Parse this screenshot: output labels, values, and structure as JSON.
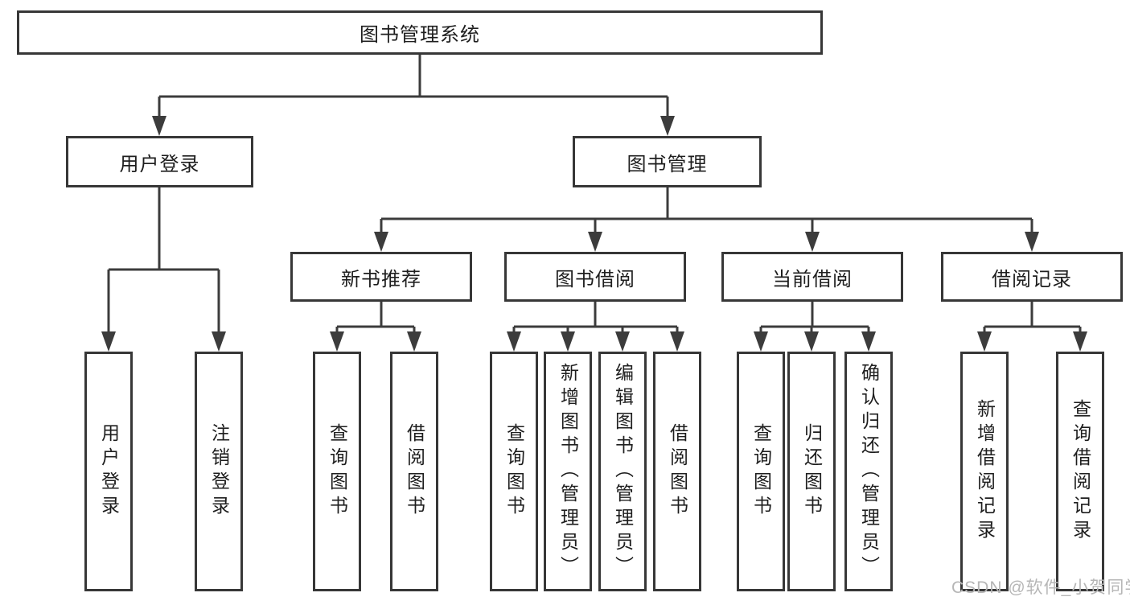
{
  "tree": {
    "root": {
      "label": "图书管理系统"
    },
    "branches": [
      {
        "label": "用户登录",
        "children": [
          {
            "label": "用户登录"
          },
          {
            "label": "注销登录"
          }
        ]
      },
      {
        "label": "图书管理",
        "children": [
          {
            "label": "新书推荐",
            "children": [
              {
                "label": "查询图书"
              },
              {
                "label": "借阅图书"
              }
            ]
          },
          {
            "label": "图书借阅",
            "children": [
              {
                "label": "查询图书"
              },
              {
                "label": "新增图书（管理员）"
              },
              {
                "label": "编辑图书（管理员）"
              },
              {
                "label": "借阅图书"
              }
            ]
          },
          {
            "label": "当前借阅",
            "children": [
              {
                "label": "查询图书"
              },
              {
                "label": "归还图书"
              },
              {
                "label": "确认归还（管理员）"
              }
            ]
          },
          {
            "label": "借阅记录",
            "children": [
              {
                "label": "新增借阅记录"
              },
              {
                "label": "查询借阅记录"
              }
            ]
          }
        ]
      }
    ]
  },
  "watermark": {
    "text": "CSDN @软件_小贺同学"
  },
  "colors": {
    "line": "#3c3c3c",
    "box_border": "#373737",
    "text": "#1e1e1e",
    "watermark": "#b6b6b6",
    "background": "#ffffff"
  }
}
